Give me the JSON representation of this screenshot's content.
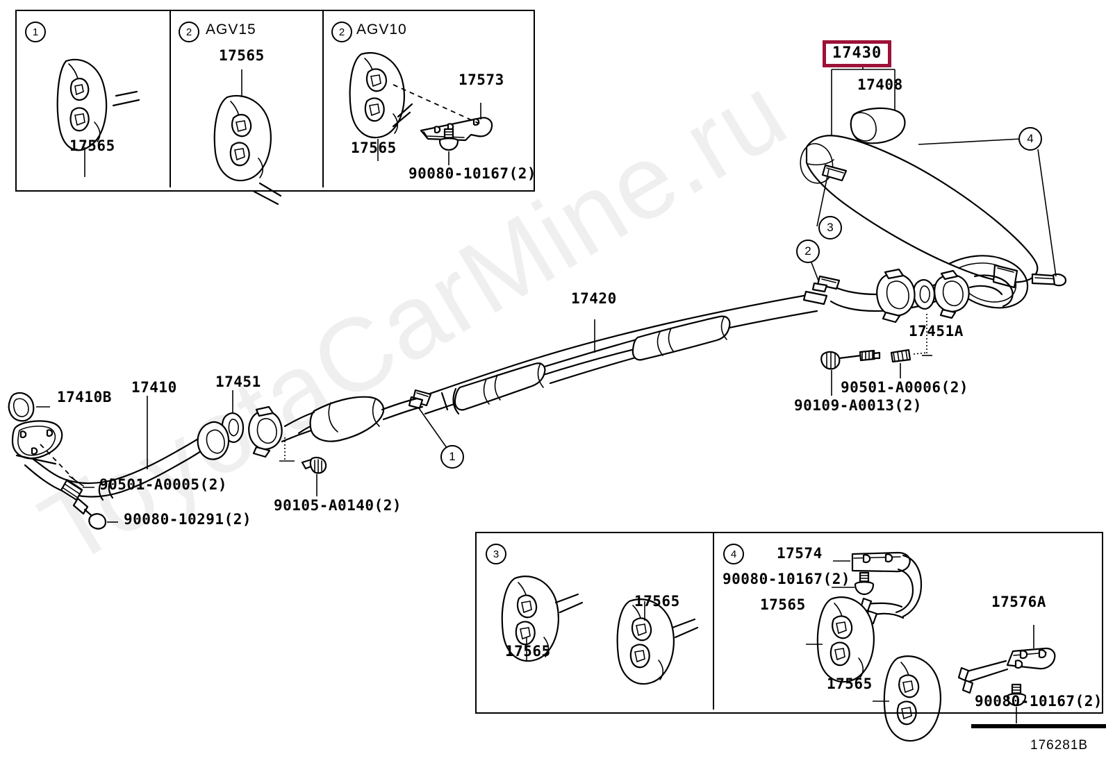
{
  "diagram": {
    "id_code": "176281B",
    "watermark": "ToyotaCarMine.ru",
    "highlight_color": "#9E1139",
    "highlighted_part": "17430"
  },
  "top_panels": [
    {
      "callout": "1",
      "variant": "",
      "labels": [
        {
          "text": "17565"
        }
      ]
    },
    {
      "callout": "2",
      "variant": "AGV15",
      "labels": [
        {
          "text": "17565"
        }
      ]
    },
    {
      "callout": "2",
      "variant": "AGV10",
      "labels": [
        {
          "text": "17565"
        },
        {
          "text": "17573"
        },
        {
          "text": "90080-10167(2)"
        }
      ]
    }
  ],
  "bottom_panels": [
    {
      "callout": "3",
      "labels": [
        {
          "text": "17565"
        },
        {
          "text": "17565"
        }
      ]
    },
    {
      "callout": "4",
      "labels": [
        {
          "text": "17574"
        },
        {
          "text": "90080-10167(2)"
        },
        {
          "text": "17565"
        },
        {
          "text": "17576A"
        },
        {
          "text": "17565"
        },
        {
          "text": "90080-10167(2)"
        }
      ]
    }
  ],
  "main_labels": {
    "muffler_assy": "17430",
    "tailpipe_tip": "17408",
    "center_pipe": "17420",
    "front_pipe": "17410",
    "front_gasket": "17410B",
    "mid_gasket": "17451",
    "rear_gasket": "17451A",
    "front_spring_bolt": "90501-A0005(2)",
    "front_bolt": "90080-10291(2)",
    "mid_nut": "90105-A0140(2)",
    "rear_spring": "90501-A0006(2)",
    "rear_bolt": "90109-A0013(2)"
  },
  "main_callouts": [
    {
      "id": "1"
    },
    {
      "id": "2"
    },
    {
      "id": "3"
    },
    {
      "id": "4"
    }
  ]
}
